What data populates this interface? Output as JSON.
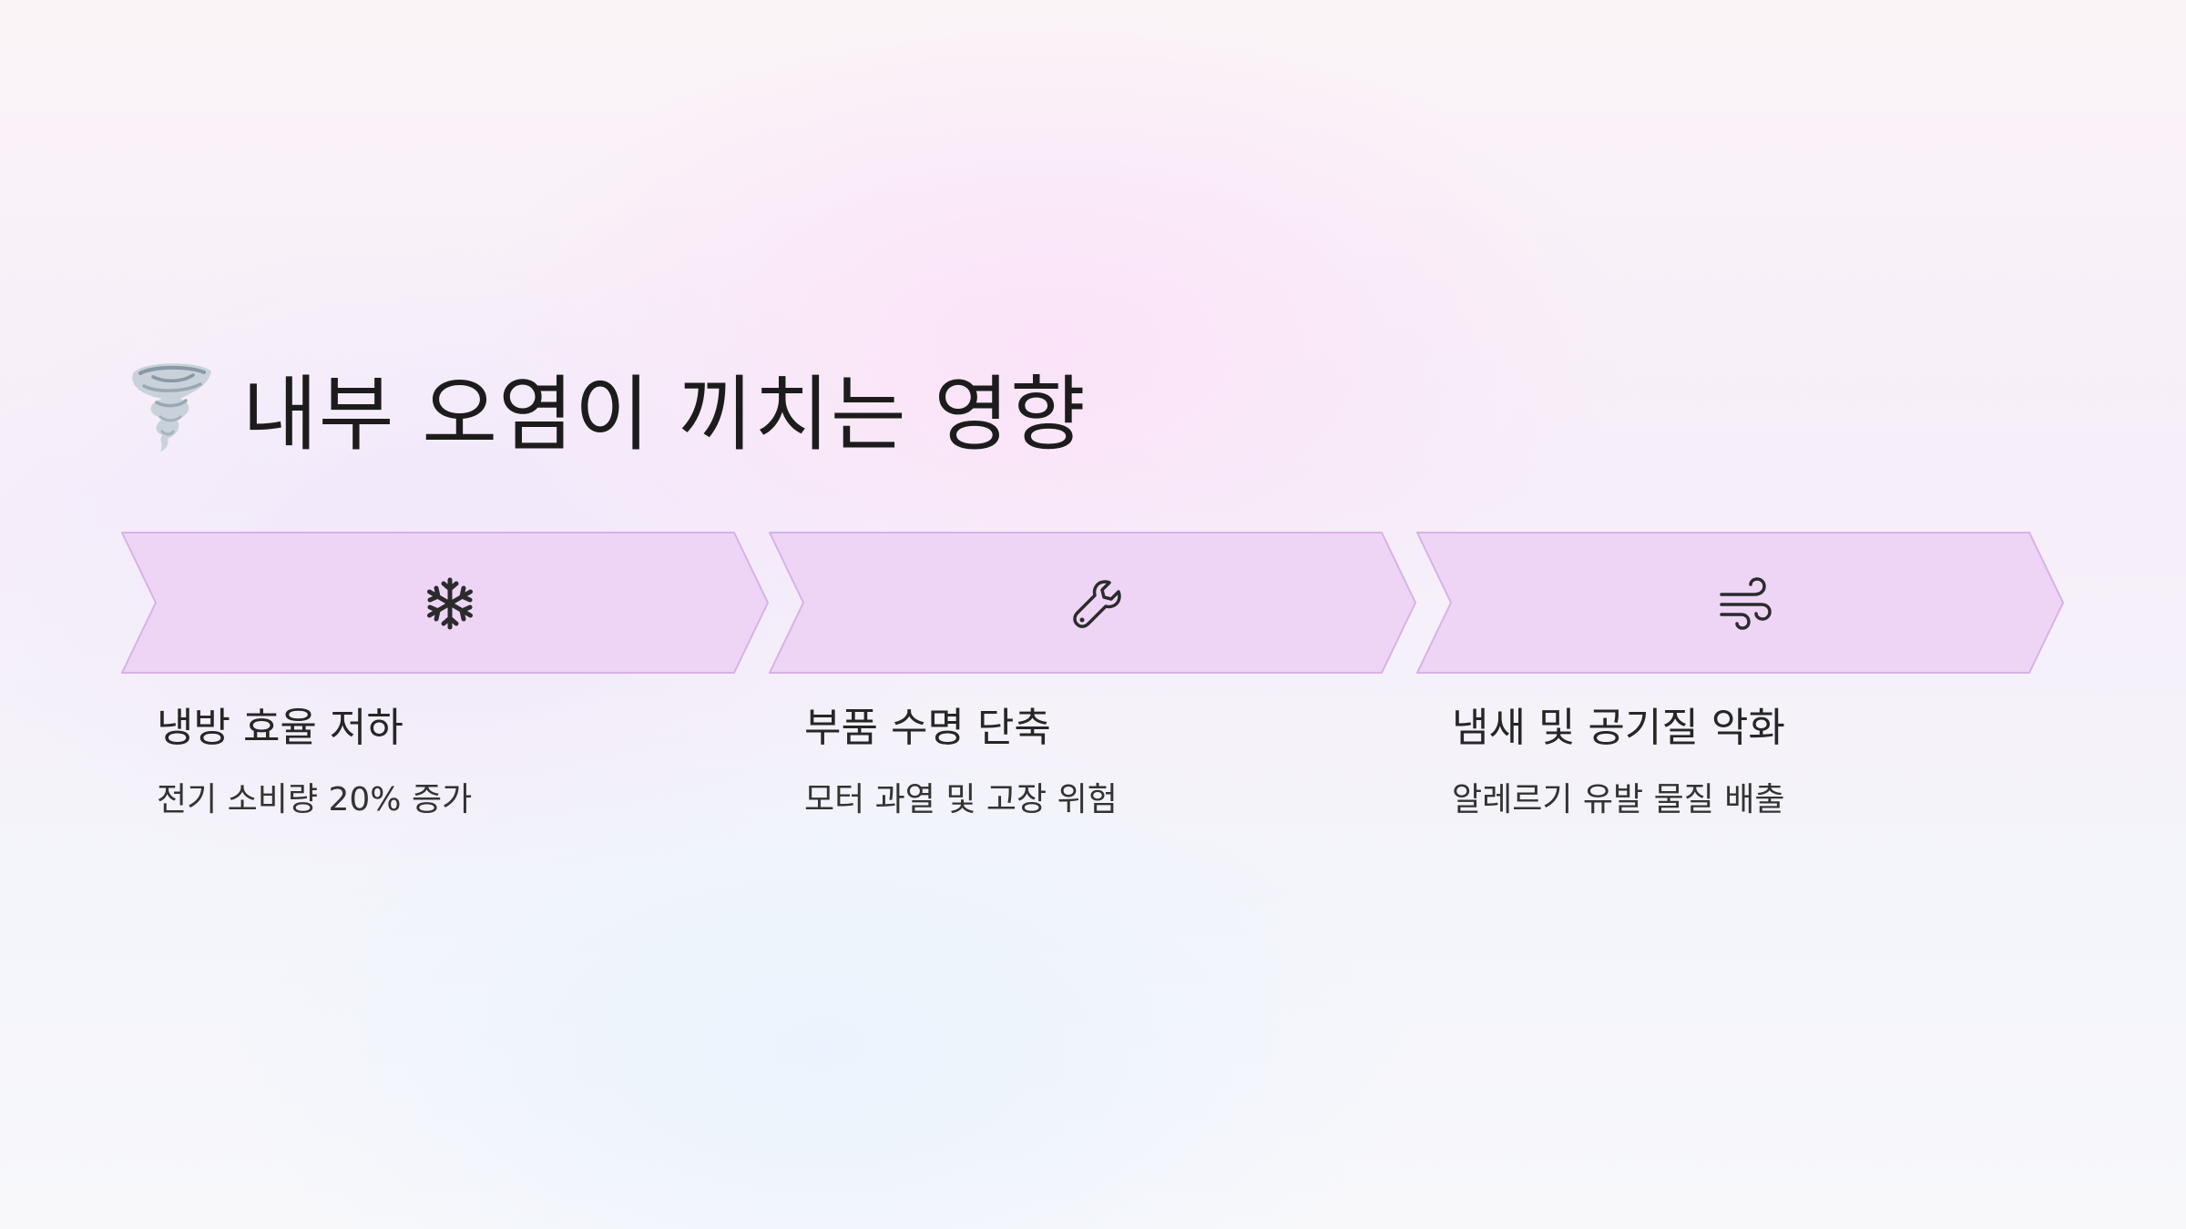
{
  "title": {
    "emoji_icon": "tornado-icon",
    "text": "내부 오염이 끼치는 영향"
  },
  "colors": {
    "chevron_fill": "#eed5f6",
    "chevron_stroke": "#d7b2e6",
    "icon_stroke": "#2b2b2b",
    "title_text": "#1c1c1c",
    "body_text": "#333333"
  },
  "steps": [
    {
      "icon": "snowflake-icon",
      "title": "냉방 효율 저하",
      "description": "전기 소비량 20% 증가"
    },
    {
      "icon": "wrench-icon",
      "title": "부품 수명 단축",
      "description": "모터 과열 및 고장 위험"
    },
    {
      "icon": "wind-icon",
      "title": "냄새 및 공기질 악화",
      "description": "알레르기 유발 물질 배출"
    }
  ]
}
